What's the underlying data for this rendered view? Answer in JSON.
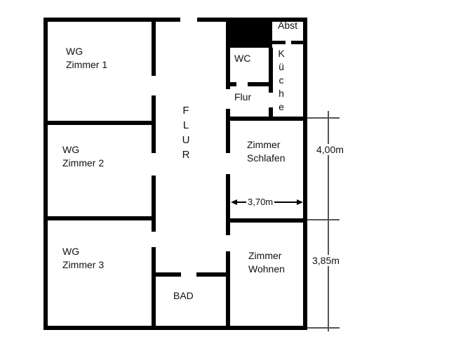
{
  "figure": {
    "type": "floorplan",
    "background": "#ffffff",
    "wall_color": "#000000",
    "dim_line_color": "#555555"
  },
  "rooms": {
    "wg_zimmer_1": {
      "label": "WG\nZimmer 1"
    },
    "wg_zimmer_2": {
      "label": "WG\nZimmer 2"
    },
    "wg_zimmer_3": {
      "label": "WG\nZimmer 3"
    },
    "corridor_main": {
      "label": "FLUR",
      "label_vertical": "F\nL\nU\nR"
    },
    "wc": {
      "label": "WC"
    },
    "abst": {
      "label": "Abst"
    },
    "kueche": {
      "label": "Küche",
      "label_vertical": "K\nü\nc\nh\ne"
    },
    "flur_small": {
      "label": "Flur"
    },
    "zimmer_schlafen": {
      "label": "Zimmer\nSchlafen"
    },
    "zimmer_wohnen": {
      "label": "Zimmer\nWohnen"
    },
    "bad": {
      "label": "BAD"
    }
  },
  "dimensions": {
    "schlafen_width": "3,70m",
    "schlafen_height": "4,00m",
    "wohnen_height": "3,85m"
  }
}
